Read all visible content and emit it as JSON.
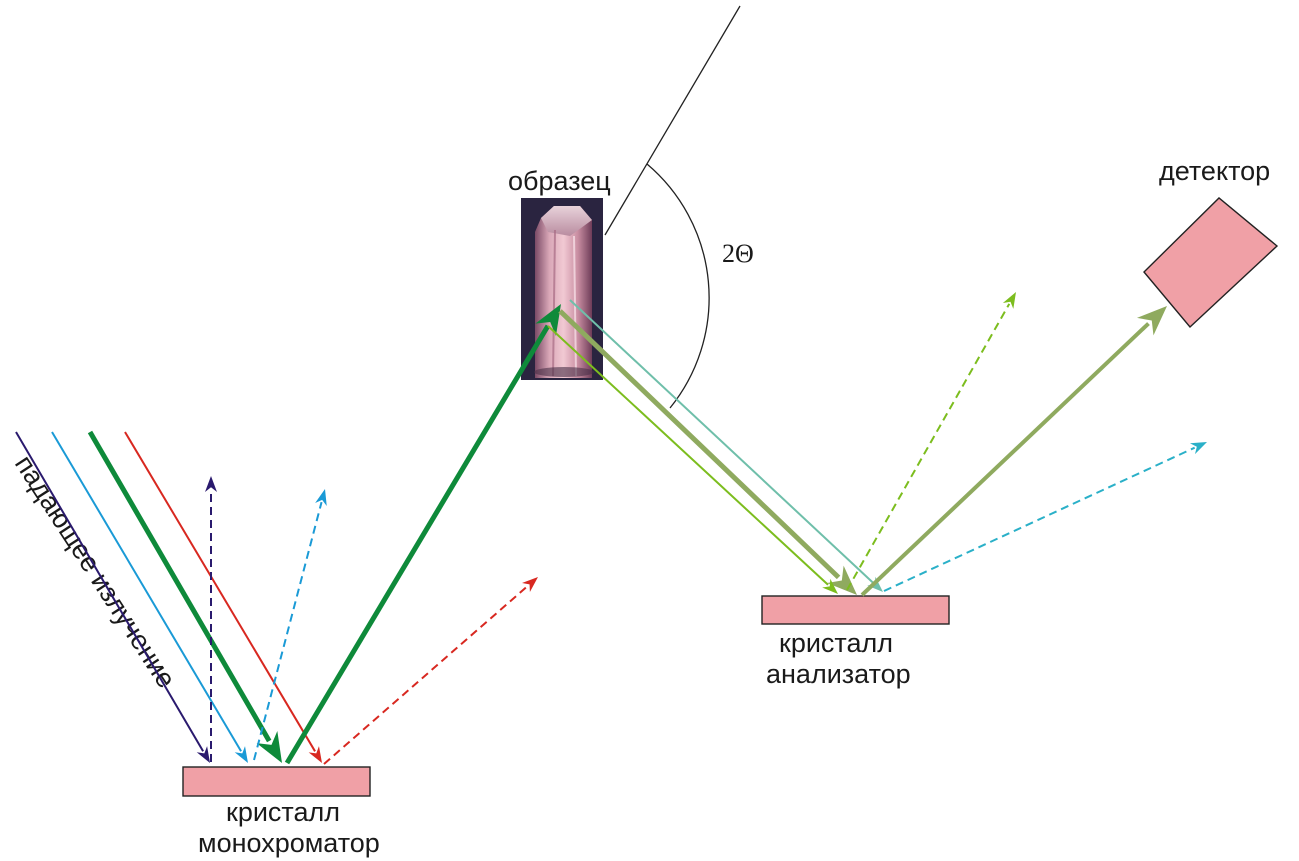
{
  "labels": {
    "sample": "образец",
    "angle": "2Θ",
    "detector": "детектор",
    "incident": "падающее излучение",
    "mono_line1": "кристалл",
    "mono_line2": "монохроматор",
    "analyzer_line1": "кристалл",
    "analyzer_line2": "анализатор"
  },
  "colors": {
    "crystal_fill": "#f0a0a6",
    "crystal_stroke": "#222222",
    "navy": "#2a1a6e",
    "sky_blue": "#1a9ad6",
    "green_main": "#0e8a3a",
    "red": "#d82820",
    "olive_green": "#8faa5f",
    "light_green": "#7cbd1e",
    "teal": "#6fbfaa",
    "cyan_dashed": "#2ab0c8"
  },
  "icons": {
    "sample": "tourmaline-crystal-photo",
    "detector": "detector-box",
    "monochromator": "monochromator-crystal-plate",
    "analyzer": "analyzer-crystal-plate"
  }
}
